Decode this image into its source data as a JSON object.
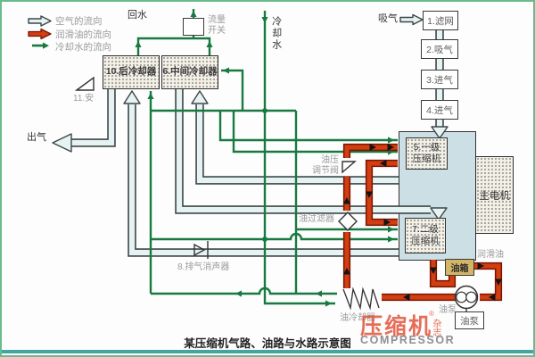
{
  "caption": "某压缩机气路、油路与水路示意图",
  "legend": {
    "items": [
      {
        "icon": "air-flow-arrow",
        "label": "空气的流向"
      },
      {
        "icon": "oil-flow-arrow",
        "label": "润滑油的流向"
      },
      {
        "icon": "water-flow-arrow",
        "label": "冷却水的流向"
      }
    ]
  },
  "top": {
    "return_water": "回水",
    "flow_switch": "流量开关",
    "cooling_water": "冷却水",
    "suction": "吸气"
  },
  "intake_boxes": {
    "b1": "1.滤网",
    "b2": "2.吸气",
    "b3": "3.进气",
    "b4": "4.进气"
  },
  "coolers": {
    "aftercooler": "10.后冷却器",
    "intercooler": "6.中间冷却器"
  },
  "compressor": {
    "stage1_l1": "5.一级",
    "stage1_l2": "压缩机",
    "stage2_l1": "7.二级",
    "stage2_l2": "压缩机",
    "motor": "主电机",
    "tank": "油箱",
    "lube": "润滑油"
  },
  "left_side": {
    "outlet": "出气",
    "safety_valve": "11.安"
  },
  "oil_circuit": {
    "valve_l1": "油压",
    "valve_l2": "调节阀",
    "filter": "油过滤器",
    "silencer": "8.排气消声器",
    "cooler": "油冷却器",
    "pump": "油泵",
    "pump_box": "油泵"
  },
  "watermark": {
    "brand": "压缩机",
    "reg": "®",
    "magazine": "杂志",
    "brand_en": "COMPRESSOR"
  },
  "colors": {
    "air_pipe": "#e7f2f2",
    "oil_pipe": "#d23d12",
    "water_line": "#187a40",
    "housing": "#ccdfe4",
    "tank": "#d2b566",
    "brand_red": "#e34a2f",
    "frame_green": "#6abb8c",
    "bottom_strip": "#45a4a1"
  }
}
